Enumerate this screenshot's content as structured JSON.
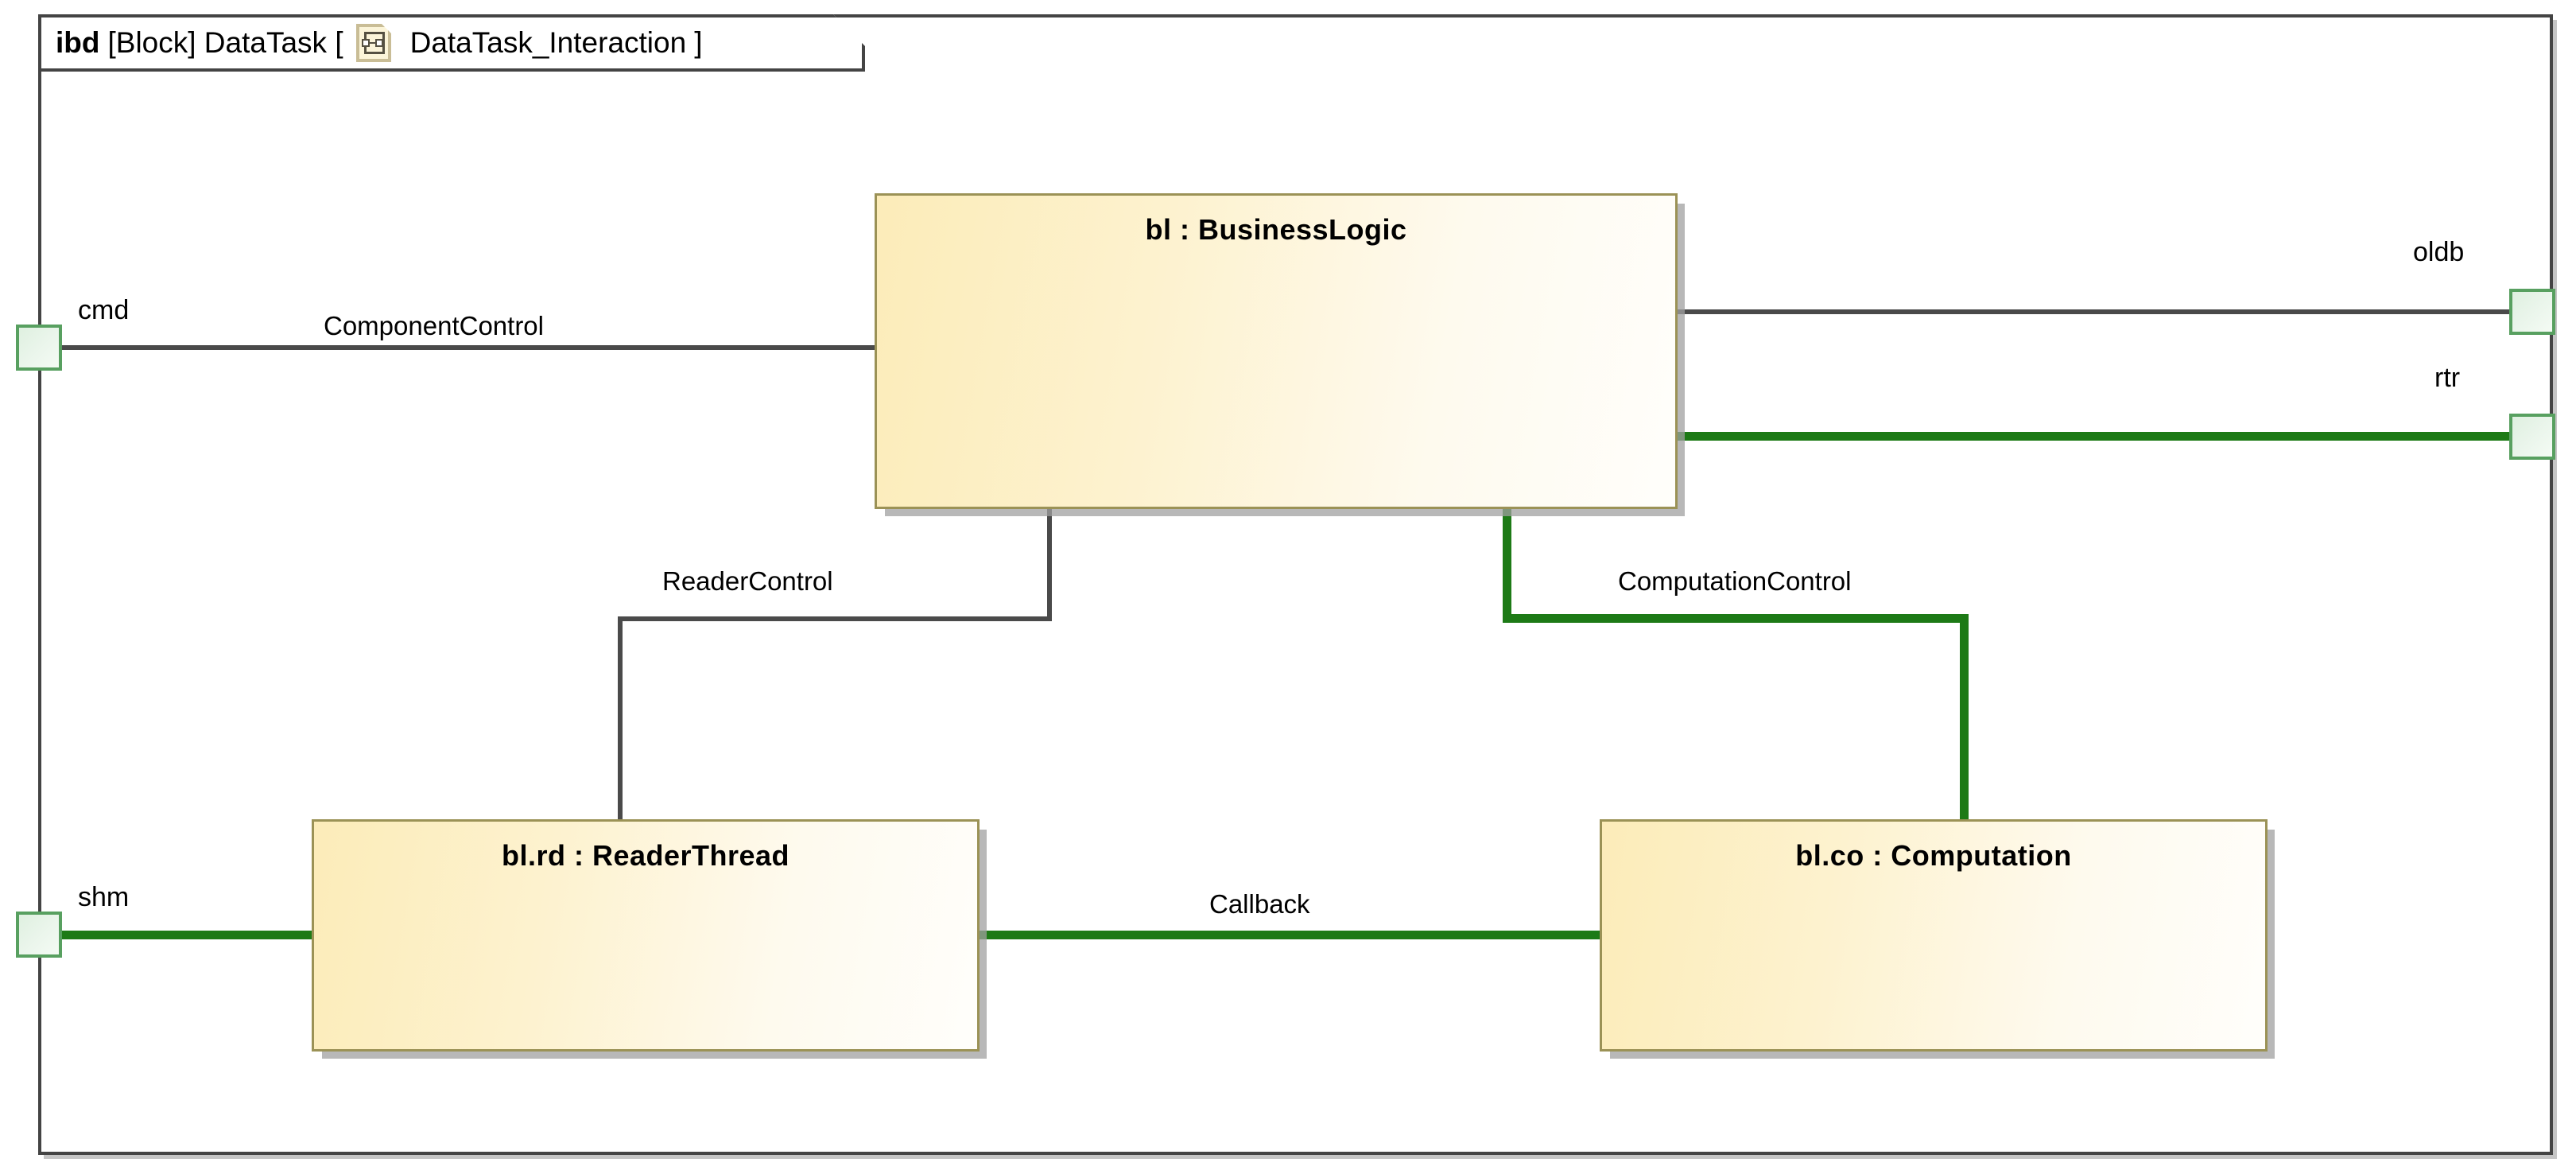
{
  "diagram": {
    "kind_keyword": "ibd",
    "header_prefix": "[Block] DataTask [",
    "view_name": "DataTask_Interaction",
    "header_suffix": "]",
    "icon": "ibd-diagram-icon",
    "frame_color": "#444444",
    "block_border_color": "#9b9256",
    "block_fill_start": "#fcecb9",
    "block_fill_end": "#fffefb",
    "connector_gray": "#4a4a4a",
    "connector_green": "#1d7a16",
    "port_border_color": "#58a060",
    "port_fill_color": "#e4f2e5"
  },
  "parts": [
    {
      "id": "bl",
      "label": "bl : BusinessLogic"
    },
    {
      "id": "blrd",
      "label": "bl.rd : ReaderThread"
    },
    {
      "id": "blco",
      "label": "bl.co : Computation"
    }
  ],
  "ports": [
    {
      "id": "cmd",
      "label": "cmd",
      "side": "left"
    },
    {
      "id": "shm",
      "label": "shm",
      "side": "left"
    },
    {
      "id": "oldb",
      "label": "oldb",
      "side": "right"
    },
    {
      "id": "rtr",
      "label": "rtr",
      "side": "right"
    }
  ],
  "connectors": [
    {
      "id": "component-control",
      "label": "ComponentControl",
      "style": "gray",
      "from": "cmd",
      "to": "bl"
    },
    {
      "id": "oldb-link",
      "label": "",
      "style": "gray",
      "from": "bl",
      "to": "oldb"
    },
    {
      "id": "rtr-link",
      "label": "",
      "style": "green",
      "from": "bl",
      "to": "rtr"
    },
    {
      "id": "reader-control",
      "label": "ReaderControl",
      "style": "gray",
      "from": "bl",
      "to": "blrd"
    },
    {
      "id": "computation-control",
      "label": "ComputationControl",
      "style": "green",
      "from": "bl",
      "to": "blco"
    },
    {
      "id": "callback",
      "label": "Callback",
      "style": "green",
      "from": "blrd",
      "to": "blco"
    },
    {
      "id": "shm-link",
      "label": "",
      "style": "green",
      "from": "shm",
      "to": "blrd"
    }
  ]
}
